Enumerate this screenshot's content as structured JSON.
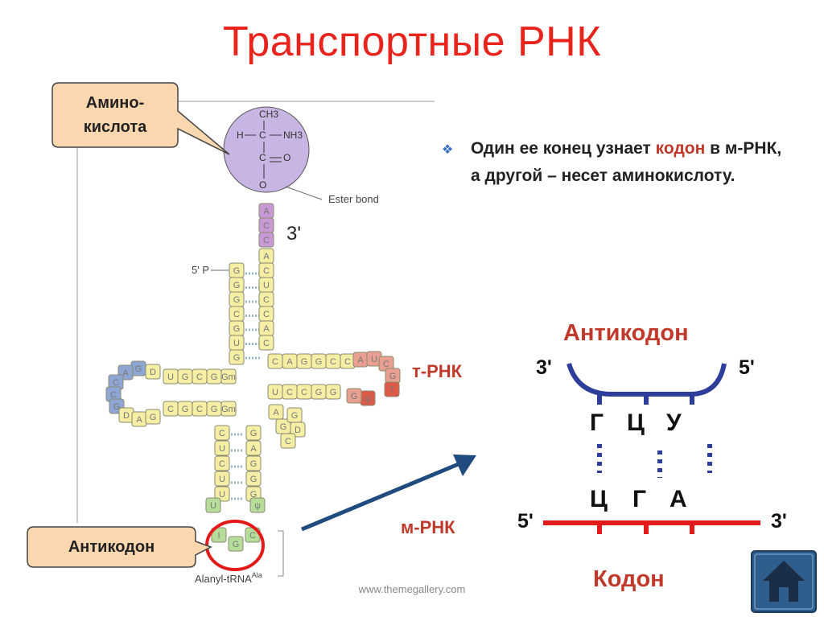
{
  "title": "Транспортные РНК",
  "callouts": {
    "amino_acid": [
      "Амино-",
      "кислота"
    ],
    "anticodon": "Антикодон"
  },
  "bullet": {
    "before": "Один ее конец узнает ",
    "highlight": "кодон",
    "after": " в м-РНК, а другой – несет аминокислоту."
  },
  "figure": {
    "caption": "Alanyl-tRNA",
    "caption_sup": "Ala",
    "ester_label": "Ester bond",
    "three_prime": "3'",
    "five_prime_p": "5' P",
    "molecule": [
      "CH3",
      "H",
      "C",
      "NH3",
      "C",
      "O",
      "O"
    ],
    "acceptor_cap": [
      "A",
      "C",
      "C"
    ],
    "acceptor_3prime_strand": [
      "A",
      "C",
      "U",
      "C",
      "C",
      "A",
      "C"
    ],
    "acceptor_5prime_strand": [
      "G",
      "G",
      "G",
      "C",
      "G",
      "U",
      "G"
    ],
    "d_stem_top": [
      "U",
      "G",
      "C",
      "G",
      "Gm"
    ],
    "d_stem_bottom": [
      "C",
      "G",
      "C",
      "G",
      "Gm"
    ],
    "d_loop": [
      "D",
      "G",
      "A",
      "C",
      "C",
      "G",
      "D",
      "A",
      "G"
    ],
    "t_stem_top": [
      "C",
      "A",
      "G",
      "G",
      "C",
      "C"
    ],
    "t_stem_bottom": [
      "U",
      "C",
      "C",
      "G",
      "G"
    ],
    "t_loop": [
      "A",
      "U",
      "C",
      "G",
      "T",
      "ψ",
      "G"
    ],
    "variable_loop": [
      "A",
      "G",
      "G",
      "D",
      "C"
    ],
    "anticodon_stem_left": [
      "C",
      "U",
      "C",
      "U",
      "U"
    ],
    "anticodon_stem_right": [
      "G",
      "A",
      "G",
      "G",
      "G"
    ],
    "anticodon_loop": [
      "U",
      "ψ",
      "I",
      "G",
      "C"
    ]
  },
  "scheme": {
    "anticodon_title": "Антикодон",
    "codon_title": "Кодон",
    "trna_label": "т-РНК",
    "mrna_label": "м-РНК",
    "three_prime": "3'",
    "five_prime": "5'",
    "anticodon_letters": [
      "Г",
      "Ц",
      "У"
    ],
    "codon_letters": [
      "Ц",
      "Г",
      "А"
    ]
  },
  "footer": "www.themegallery.com",
  "colors": {
    "title": "#e8241d",
    "anticodon_title": "#c0392b",
    "codon_title": "#c0392b",
    "trna_label": "#c0392b",
    "mrna_label": "#c0392b",
    "trna_line": "#2d3e9a",
    "mrna_line": "#e21a1a",
    "arrow": "#1f4b7e",
    "callout_fill": "#fbd7b0",
    "callout_stroke": "#444444",
    "ring": "#e21a1a",
    "nav_button": "#2f5d8c",
    "base_yellow": "#f5efa5",
    "base_purple": "#c79ad6",
    "base_blue": "#8ea6d4",
    "base_red": "#e9a090",
    "base_green": "#b7dd9b",
    "sphere": "#c9b5e3"
  },
  "icons": {
    "home_button": "home-icon",
    "bullet": "diamond-bullet-icon"
  }
}
